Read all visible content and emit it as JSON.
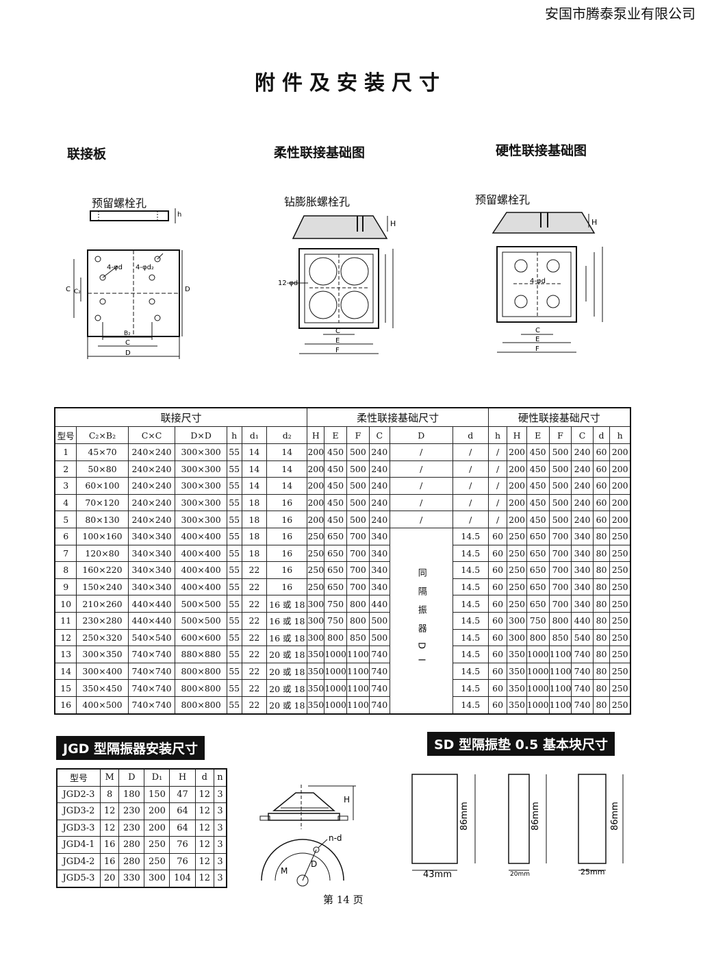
{
  "company": "安国市腾泰泵业有限公司",
  "title": "附件及安装尺寸",
  "sections": {
    "plate": "联接板",
    "flexible": "柔性联接基础图",
    "rigid": "硬性联接基础图"
  },
  "diagram_labels": {
    "plate_hole": "预留螺栓孔",
    "flex_hole": "钻膨胀螺栓孔",
    "rigid_hole": "预留螺栓孔",
    "plate_d1": "4-φd",
    "plate_d2": "4-φd₂",
    "plate_C": "C",
    "plate_C2": "C₂",
    "plate_D_side": "D",
    "plate_B2": "B₂",
    "plate_C_bottom": "C",
    "plate_D_bottom": "D",
    "h_mark": "h",
    "H_mark": "H",
    "flex_holes": "12-φd",
    "flex_C": "C",
    "flex_E": "E",
    "flex_F": "F",
    "rigid_holes": "4-φd",
    "rigid_C": "C",
    "rigid_E": "E",
    "rigid_F": "F",
    "jgd_H": "H",
    "jgd_nd": "n-d",
    "jgd_M": "M",
    "jgd_D": "D",
    "sd_86a": "86mm",
    "sd_86b": "86mm",
    "sd_86c": "86mm",
    "sd_43": "43mm",
    "sd_20": "20mm",
    "sd_25": "25mm"
  },
  "main_table": {
    "group1": "联接尺寸",
    "group2": "柔性联接基础尺寸",
    "group3": "硬性联接基础尺寸",
    "headers": [
      "型号",
      "C₂×B₂",
      "C×C",
      "D×D",
      "h",
      "d₁",
      "d₂",
      "H",
      "E",
      "F",
      "C",
      "D",
      "d",
      "h",
      "H",
      "E",
      "F",
      "C",
      "d",
      "h"
    ],
    "merged_D": "同隔振器DI",
    "rows": [
      [
        "1",
        "45×70",
        "240×240",
        "300×300",
        "55",
        "14",
        "14",
        "200",
        "450",
        "500",
        "240",
        "/",
        "/",
        "/",
        "200",
        "450",
        "500",
        "240",
        "60",
        "200"
      ],
      [
        "2",
        "50×80",
        "240×240",
        "300×300",
        "55",
        "14",
        "14",
        "200",
        "450",
        "500",
        "240",
        "/",
        "/",
        "/",
        "200",
        "450",
        "500",
        "240",
        "60",
        "200"
      ],
      [
        "3",
        "60×100",
        "240×240",
        "300×300",
        "55",
        "14",
        "14",
        "200",
        "450",
        "500",
        "240",
        "/",
        "/",
        "/",
        "200",
        "450",
        "500",
        "240",
        "60",
        "200"
      ],
      [
        "4",
        "70×120",
        "240×240",
        "300×300",
        "55",
        "18",
        "16",
        "200",
        "450",
        "500",
        "240",
        "/",
        "/",
        "/",
        "200",
        "450",
        "500",
        "240",
        "60",
        "200"
      ],
      [
        "5",
        "80×130",
        "240×240",
        "300×300",
        "55",
        "18",
        "16",
        "200",
        "450",
        "500",
        "240",
        "/",
        "/",
        "/",
        "200",
        "450",
        "500",
        "240",
        "60",
        "200"
      ],
      [
        "6",
        "100×160",
        "340×340",
        "400×400",
        "55",
        "18",
        "16",
        "250",
        "650",
        "700",
        "340",
        "",
        "14.5",
        "60",
        "250",
        "650",
        "700",
        "340",
        "80",
        "250"
      ],
      [
        "7",
        "120×80",
        "340×340",
        "400×400",
        "55",
        "18",
        "16",
        "250",
        "650",
        "700",
        "340",
        "",
        "14.5",
        "60",
        "250",
        "650",
        "700",
        "340",
        "80",
        "250"
      ],
      [
        "8",
        "160×220",
        "340×340",
        "400×400",
        "55",
        "22",
        "16",
        "250",
        "650",
        "700",
        "340",
        "",
        "14.5",
        "60",
        "250",
        "650",
        "700",
        "340",
        "80",
        "250"
      ],
      [
        "9",
        "150×240",
        "340×340",
        "400×400",
        "55",
        "22",
        "16",
        "250",
        "650",
        "700",
        "340",
        "",
        "14.5",
        "60",
        "250",
        "650",
        "700",
        "340",
        "80",
        "250"
      ],
      [
        "10",
        "210×260",
        "440×440",
        "500×500",
        "55",
        "22",
        "16 或 18",
        "300",
        "750",
        "800",
        "440",
        "",
        "14.5",
        "60",
        "250",
        "650",
        "700",
        "340",
        "80",
        "250"
      ],
      [
        "11",
        "230×280",
        "440×440",
        "500×500",
        "55",
        "22",
        "16 或 18",
        "300",
        "750",
        "800",
        "500",
        "",
        "14.5",
        "60",
        "300",
        "750",
        "800",
        "440",
        "80",
        "250"
      ],
      [
        "12",
        "250×320",
        "540×540",
        "600×600",
        "55",
        "22",
        "16 或 18",
        "300",
        "800",
        "850",
        "500",
        "",
        "14.5",
        "60",
        "300",
        "800",
        "850",
        "540",
        "80",
        "250"
      ],
      [
        "13",
        "300×350",
        "740×740",
        "880×880",
        "55",
        "22",
        "20 或 18",
        "350",
        "1000",
        "1100",
        "740",
        "",
        "14.5",
        "60",
        "350",
        "1000",
        "1100",
        "740",
        "80",
        "250"
      ],
      [
        "14",
        "300×400",
        "740×740",
        "800×800",
        "55",
        "22",
        "20 或 18",
        "350",
        "1000",
        "1100",
        "740",
        "",
        "14.5",
        "60",
        "350",
        "1000",
        "1100",
        "740",
        "80",
        "250"
      ],
      [
        "15",
        "350×450",
        "740×740",
        "800×800",
        "55",
        "22",
        "20 或 18",
        "350",
        "1000",
        "1100",
        "740",
        "",
        "14.5",
        "60",
        "350",
        "1000",
        "1100",
        "740",
        "80",
        "250"
      ],
      [
        "16",
        "400×500",
        "740×740",
        "800×800",
        "55",
        "22",
        "20 或 18",
        "350",
        "1000",
        "1100",
        "740",
        "",
        "14.5",
        "60",
        "350",
        "1000",
        "1100",
        "740",
        "80",
        "250"
      ]
    ]
  },
  "jgd": {
    "banner": "JGD 型隔振器安装尺寸",
    "headers": [
      "型号",
      "M",
      "D",
      "D₁",
      "H",
      "d",
      "n"
    ],
    "rows": [
      [
        "JGD2-3",
        "8",
        "180",
        "150",
        "47",
        "12",
        "3"
      ],
      [
        "JGD3-2",
        "12",
        "230",
        "200",
        "64",
        "12",
        "3"
      ],
      [
        "JGD3-3",
        "12",
        "230",
        "200",
        "64",
        "12",
        "3"
      ],
      [
        "JGD4-1",
        "16",
        "280",
        "250",
        "76",
        "12",
        "3"
      ],
      [
        "JGD4-2",
        "16",
        "280",
        "250",
        "76",
        "12",
        "3"
      ],
      [
        "JGD5-3",
        "20",
        "330",
        "300",
        "104",
        "12",
        "3"
      ]
    ]
  },
  "sd": {
    "banner": "SD 型隔振垫 0.5 基本块尺寸"
  },
  "page_number": "第 14 页"
}
